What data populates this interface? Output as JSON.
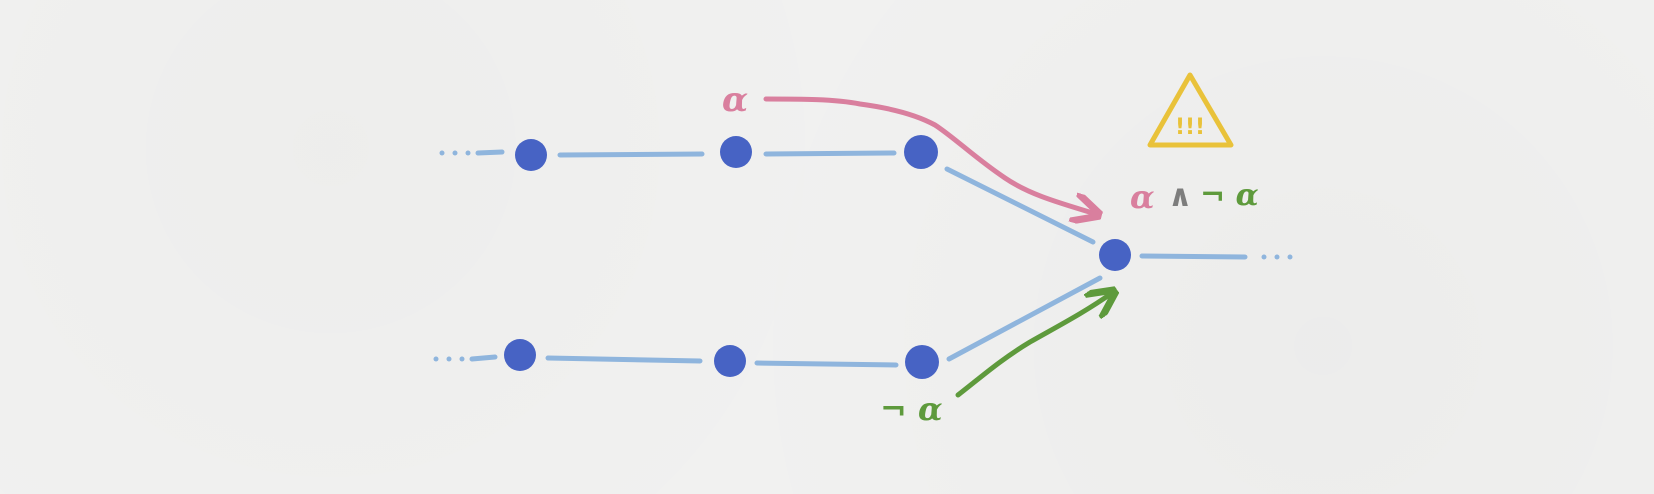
{
  "colors": {
    "background": "#f1f1f0",
    "node": "#4763c4",
    "edge": "#8fb5dd",
    "pink_arrow": "#d97f9e",
    "green_arrow": "#5e9a3c",
    "wedge": "#7d7d7d",
    "warning": "#e9c23a"
  },
  "labels": {
    "alpha_top": "α",
    "neg_alpha_bottom": "¬ α",
    "conflict_alpha": "α",
    "conflict_and": "∧",
    "conflict_neg_alpha": "¬ α",
    "warning_marks": "!!!"
  },
  "icons": {
    "warning": "warning-triangle-icon"
  }
}
